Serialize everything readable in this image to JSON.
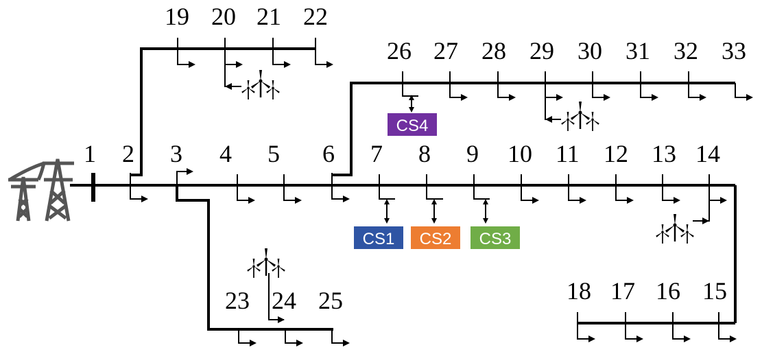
{
  "buses": [
    {
      "id": "1",
      "label": "1"
    },
    {
      "id": "2",
      "label": "2"
    },
    {
      "id": "3",
      "label": "3"
    },
    {
      "id": "4",
      "label": "4"
    },
    {
      "id": "5",
      "label": "5"
    },
    {
      "id": "6",
      "label": "6"
    },
    {
      "id": "7",
      "label": "7"
    },
    {
      "id": "8",
      "label": "8"
    },
    {
      "id": "9",
      "label": "9"
    },
    {
      "id": "10",
      "label": "10"
    },
    {
      "id": "11",
      "label": "11"
    },
    {
      "id": "12",
      "label": "12"
    },
    {
      "id": "13",
      "label": "13"
    },
    {
      "id": "14",
      "label": "14"
    },
    {
      "id": "15",
      "label": "15"
    },
    {
      "id": "16",
      "label": "16"
    },
    {
      "id": "17",
      "label": "17"
    },
    {
      "id": "18",
      "label": "18"
    },
    {
      "id": "19",
      "label": "19"
    },
    {
      "id": "20",
      "label": "20"
    },
    {
      "id": "21",
      "label": "21"
    },
    {
      "id": "22",
      "label": "22"
    },
    {
      "id": "23",
      "label": "23"
    },
    {
      "id": "24",
      "label": "24"
    },
    {
      "id": "25",
      "label": "25"
    },
    {
      "id": "26",
      "label": "26"
    },
    {
      "id": "27",
      "label": "27"
    },
    {
      "id": "28",
      "label": "28"
    },
    {
      "id": "29",
      "label": "29"
    },
    {
      "id": "30",
      "label": "30"
    },
    {
      "id": "31",
      "label": "31"
    },
    {
      "id": "32",
      "label": "32"
    },
    {
      "id": "33",
      "label": "33"
    }
  ],
  "charging_stations": [
    {
      "label": "CS1",
      "bus": "7",
      "color": "#2f55a4"
    },
    {
      "label": "CS2",
      "bus": "8",
      "color": "#ed7d31"
    },
    {
      "label": "CS3",
      "bus": "9",
      "color": "#70ad47"
    },
    {
      "label": "CS4",
      "bus": "26",
      "color": "#7030a0"
    }
  ],
  "wind_turbines": [
    {
      "bus": "20",
      "icon": "wind-turbine-icon"
    },
    {
      "bus": "29",
      "icon": "wind-turbine-icon"
    },
    {
      "bus": "14",
      "icon": "wind-turbine-icon"
    },
    {
      "bus": "24",
      "icon": "wind-turbine-icon"
    }
  ],
  "substation": {
    "icon": "transmission-tower-icon",
    "bus": "1",
    "color": "#555555"
  },
  "line_color": "#000000"
}
